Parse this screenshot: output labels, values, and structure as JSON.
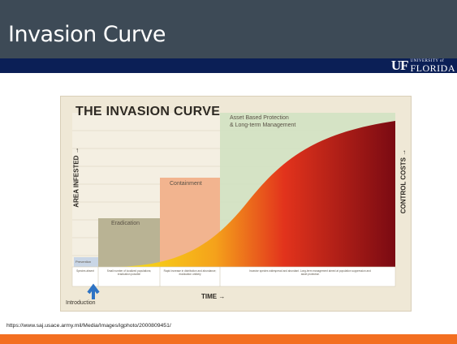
{
  "slide": {
    "title": "Invasion Curve",
    "logo": {
      "primary": "UF",
      "secondary_small": "UNIVERSITY of",
      "secondary_big": "FLORIDA"
    },
    "source_url": "https://www.saj.usace.army.mil/Media/Images/igphoto/2000809451/"
  },
  "figure": {
    "title": "THE INVASION CURVE",
    "y_axis_left": "AREA INFESTED →",
    "y_axis_right": "CONTROL COSTS →",
    "x_axis": "TIME →",
    "introduction_label": "Introduction",
    "stages": {
      "prevention": "Prevention",
      "eradication": "Eradication",
      "containment": "Containment",
      "asset_line1": "Asset Based Protection",
      "asset_line2": "& Long-term Management"
    },
    "footnotes": {
      "absent": "Species absent",
      "small": "Small number of localized populations; eradication possible",
      "rapid": "Rapid increase in distribution and abundance; eradication unlikely",
      "widespread": "Invasive species widespread and abundant. Long-term management aimed at population suppression and asset protection"
    },
    "colors": {
      "prevention": "#c9d6e6",
      "eradication": "#b9b394",
      "containment": "#f2b48f",
      "asset": "#cfe0bf",
      "curve_start": "#f7e316",
      "curve_end": "#7a0a12",
      "arrow": "#2e73c4"
    }
  }
}
